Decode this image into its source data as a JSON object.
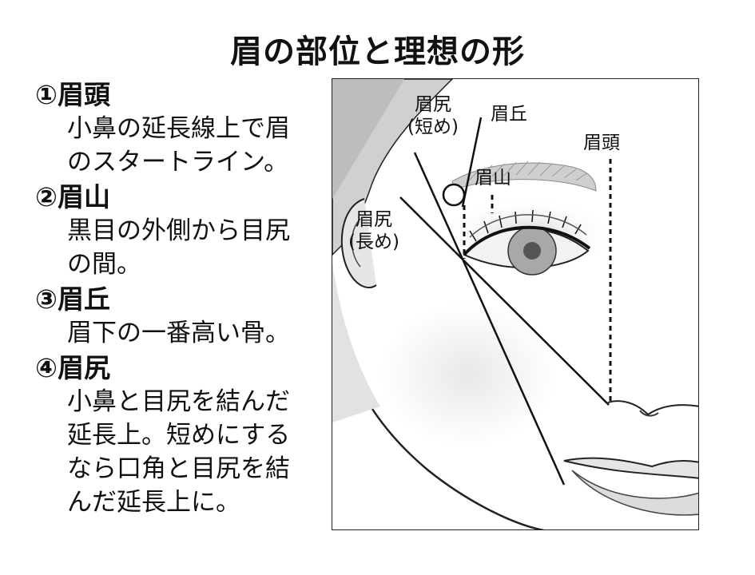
{
  "title": "眉の部位と理想の形",
  "sections": [
    {
      "heading": "①眉頭",
      "lines": [
        "小鼻の延長線上で眉",
        "のスタートライン。"
      ]
    },
    {
      "heading": "②眉山",
      "lines": [
        "黒目の外側から目尻",
        "の間。"
      ]
    },
    {
      "heading": "③眉丘",
      "lines": [
        "眉下の一番高い骨。"
      ]
    },
    {
      "heading": "④眉尻",
      "lines": [
        "小鼻と目尻を結んだ",
        "延長上。短めにする",
        "なら口角と目尻を結",
        "んだ延長上に。"
      ]
    }
  ],
  "figure": {
    "labels": {
      "mayujiri_short_1": "眉尻",
      "mayujiri_short_2": "(短め)",
      "mayuoka": "眉丘",
      "mayugashira": "眉頭",
      "mayuyama": "眉山",
      "mayujiri_long_1": "眉尻",
      "mayujiri_long_2": "(長め)"
    },
    "colors": {
      "line": "#111111",
      "skin_shade": "#d9d9d9",
      "hair": "#c8c8c8"
    }
  }
}
